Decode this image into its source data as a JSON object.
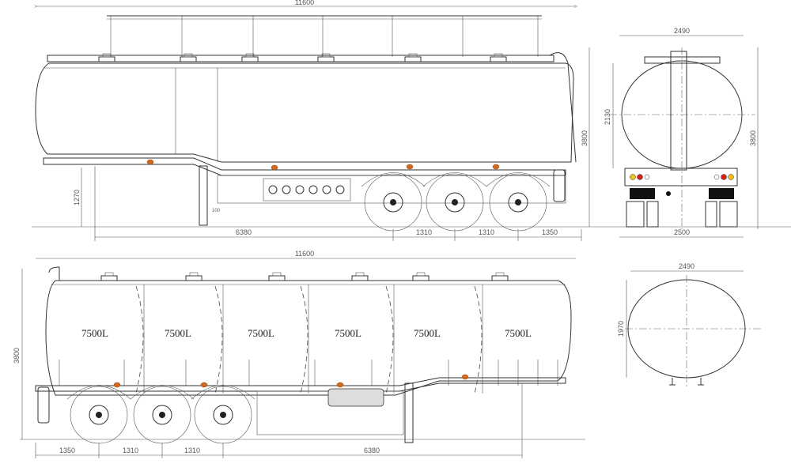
{
  "side_view_top": {
    "overall_length": "11600",
    "height": "3800",
    "coupling_height": "1270",
    "kingpin_to_axle": "6380",
    "axle_spacing_1": "1310",
    "axle_spacing_2": "1310",
    "rear_overhang": "1350",
    "landing_leg_note": "100"
  },
  "rear_view": {
    "tank_width": "2490",
    "tank_height": "2130",
    "height": "3800",
    "overall_width": "2500",
    "colors": {
      "amber": "#f0c020",
      "red": "#d02020"
    }
  },
  "side_view_bottom": {
    "overall_length": "11600",
    "height": "3800",
    "compartments": [
      "7500L",
      "7500L",
      "7500L",
      "7500L",
      "7500L",
      "7500L"
    ],
    "rear_overhang": "1350",
    "axle_spacing_1": "1310",
    "axle_spacing_2": "1310",
    "kingpin_to_axle": "6380"
  },
  "cross_section": {
    "width": "2490",
    "height": "1970"
  }
}
